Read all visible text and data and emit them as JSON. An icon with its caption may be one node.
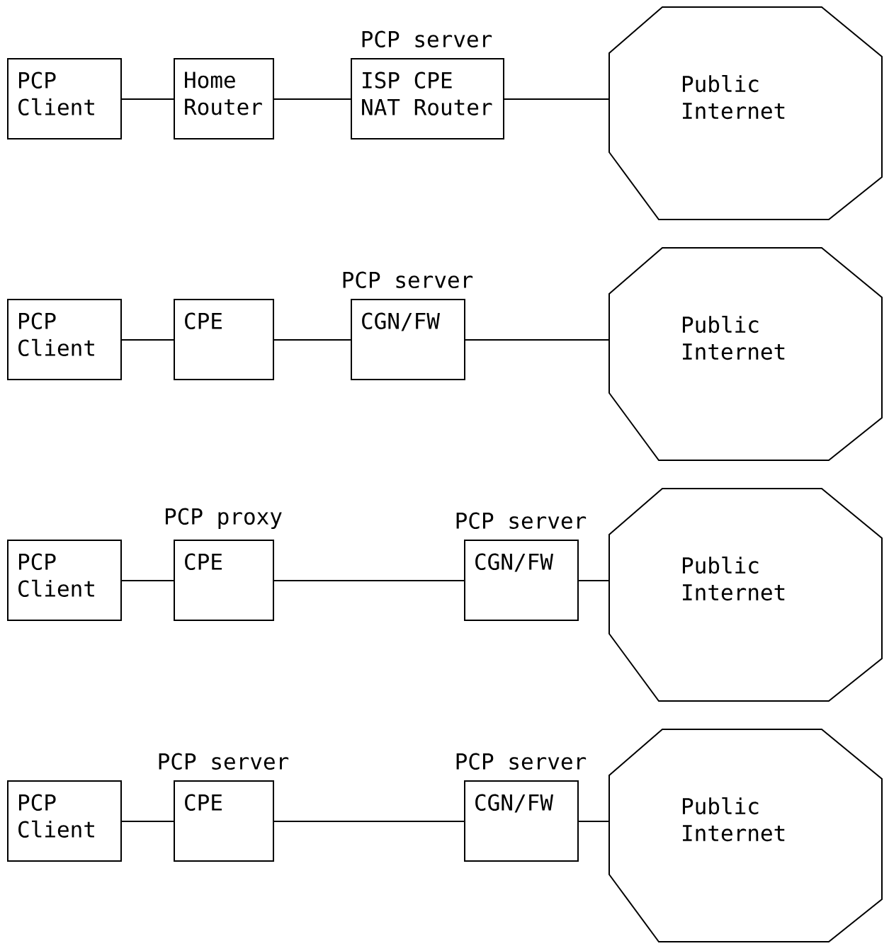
{
  "diagram": {
    "nodes": [
      {
        "text": [
          "PCP Client"
        ]
      },
      {
        "text": [
          "Home Router"
        ]
      },
      {
        "text": [
          "PCP server",
          "ISP CPE NAT Router"
        ]
      },
      {
        "text": [
          "Public Internet"
        ]
      },
      {
        "text": [
          "PCP Client"
        ]
      },
      {
        "text": [
          "CPE"
        ]
      },
      {
        "text": [
          "PCP server",
          "CGN/FW"
        ]
      },
      {
        "text": [
          "Public Internet"
        ]
      },
      {
        "text": [
          "PCP Client"
        ]
      },
      {
        "text": [
          "PCP proxy",
          "CPE"
        ]
      },
      {
        "text": [
          "PCP server",
          "CGN/FW"
        ]
      },
      {
        "text": [
          "Public Internet"
        ]
      },
      {
        "text": [
          "PCP Client"
        ]
      },
      {
        "text": [
          "PCP server",
          "CPE"
        ]
      },
      {
        "text": [
          "PCP server",
          "CGN/FW"
        ]
      },
      {
        "text": [
          "Public Internet"
        ]
      }
    ],
    "edges": [
      {
        "from": 0,
        "to": 1,
        "arrow": "none"
      },
      {
        "from": 1,
        "to": 2,
        "arrow": "none"
      },
      {
        "from": 2,
        "to": 3,
        "arrow": "none"
      },
      {
        "from": 4,
        "to": 5,
        "arrow": "none"
      },
      {
        "from": 5,
        "to": 6,
        "arrow": "none"
      },
      {
        "from": 6,
        "to": 7,
        "arrow": "none"
      },
      {
        "from": 8,
        "to": 9,
        "arrow": "none"
      },
      {
        "from": 9,
        "to": 10,
        "arrow": "none"
      },
      {
        "from": 10,
        "to": 11,
        "arrow": "none"
      },
      {
        "from": 12,
        "to": 13,
        "arrow": "none"
      },
      {
        "from": 13,
        "to": 14,
        "arrow": "none"
      },
      {
        "from": 14,
        "to": 15,
        "arrow": "none"
      }
    ]
  }
}
